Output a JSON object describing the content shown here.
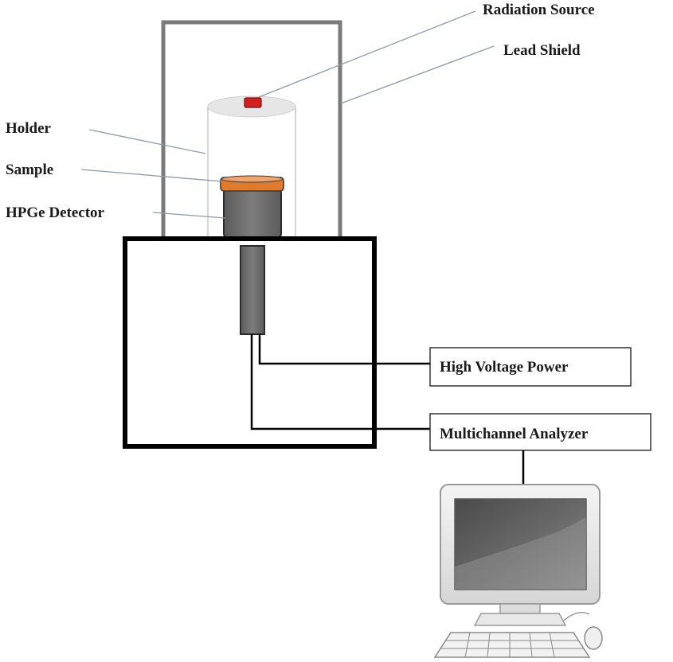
{
  "labels": {
    "radiation_source": "Radiation Source",
    "lead_shield": "Lead Shield",
    "holder": "Holder",
    "sample": "Sample",
    "hpge_detector": "HPGe Detector",
    "high_voltage_power": "High Voltage Power",
    "multichannel_analyzer": "Multichannel Analyzer"
  },
  "colors": {
    "radiation_source": "#d21f1f",
    "sample": "#e07b2e",
    "detector": "#6f6f6f",
    "lead_shield": "#7a7a7a",
    "base": "#000000"
  }
}
